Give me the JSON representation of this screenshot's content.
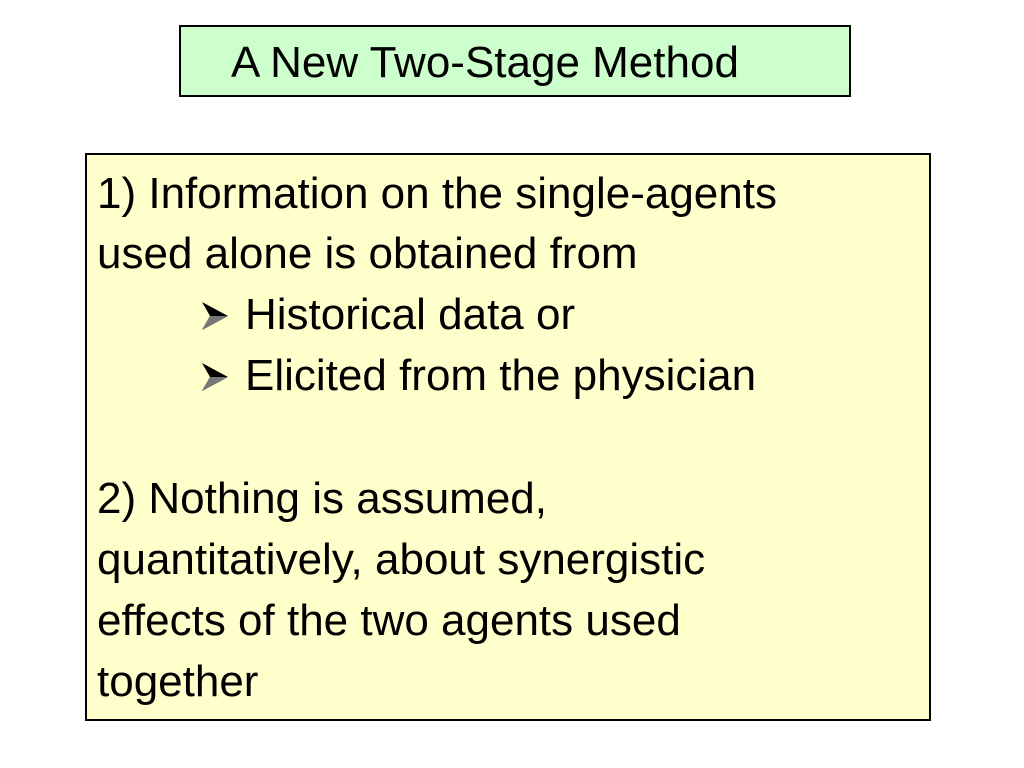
{
  "slide": {
    "title": "A New Two-Stage Method",
    "point1": {
      "line1": "1) Information on the single-agents",
      "line2": "used alone is obtained from",
      "bullets": [
        "Historical data or",
        "Elicited from the physician"
      ]
    },
    "point2": {
      "line1": "2) Nothing is assumed,",
      "line2": "quantitatively, about synergistic",
      "line3": "effects of the two agents used",
      "line4": "together"
    }
  },
  "colors": {
    "title_background": "#ccffcc",
    "content_background": "#ffffcc",
    "border": "#000000"
  },
  "icons": {
    "bullet": "arrowhead-bullet-icon"
  }
}
